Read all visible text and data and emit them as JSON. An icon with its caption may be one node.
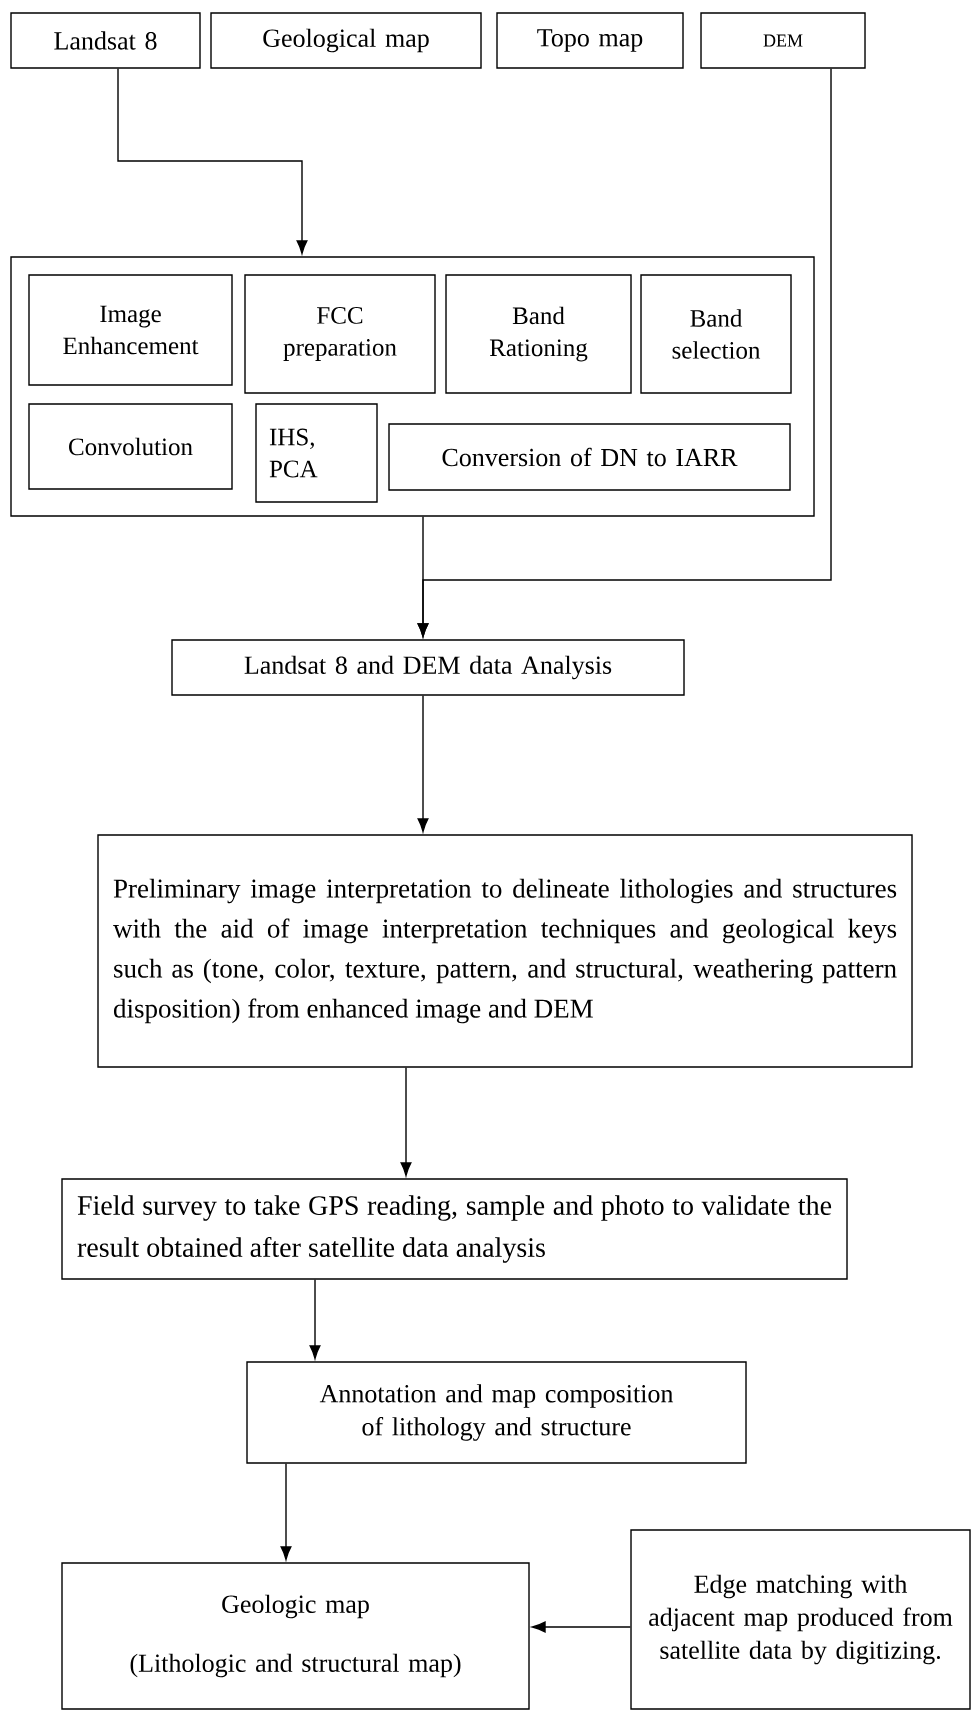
{
  "diagram": {
    "nodes": [
      {
        "text": [
          "Landsat 8"
        ]
      },
      {
        "text": [
          "Geological map"
        ]
      },
      {
        "text": [
          "Topo map"
        ]
      },
      {
        "text": [
          "DEM"
        ]
      },
      {
        "text": [],
        "shape": "box"
      },
      {
        "text": [
          "Image Enhancement"
        ],
        "in": 4
      },
      {
        "text": [
          "FCC preparation"
        ],
        "in": 4
      },
      {
        "text": [
          "Band Rationing"
        ],
        "in": 4
      },
      {
        "text": [
          "Band selection"
        ],
        "in": 4
      },
      {
        "text": [
          "Convolution"
        ],
        "in": 4
      },
      {
        "text": [
          "IHS, PCA"
        ],
        "in": 4
      },
      {
        "text": [
          "Conversion of DN to IARR"
        ],
        "in": 4
      },
      {
        "text": [
          "Landsat 8 and DEM data Analysis"
        ]
      },
      {
        "text": [
          "Preliminary image interpretation to delineate lithologies and structures with the aid of image interpretation techniques and geological keys such as (tone, color, texture, pattern, and structural, weathering pattern disposition) from enhanced image and DEM"
        ]
      },
      {
        "text": [
          "Field survey to take GPS reading, sample and photo to validate the result obtained after satellite data analysis"
        ]
      },
      {
        "text": [
          "Annotation and map composition of lithology and structure"
        ]
      },
      {
        "text": [
          "Geologic map",
          "(Lithologic and structural map)"
        ]
      },
      {
        "text": [
          "Edge matching with adjacent map produced from satellite data by digitizing."
        ]
      }
    ],
    "edges": [
      {
        "from": 0,
        "to": 4,
        "arrow": "to"
      },
      {
        "from": 4,
        "to": 12,
        "arrow": "to"
      },
      {
        "from": 3,
        "to": 12,
        "arrow": "to"
      },
      {
        "from": 12,
        "to": 13,
        "arrow": "to"
      },
      {
        "from": 13,
        "to": 14,
        "arrow": "to"
      },
      {
        "from": 14,
        "to": 15,
        "arrow": "to"
      },
      {
        "from": 15,
        "to": 16,
        "arrow": "to"
      },
      {
        "from": 17,
        "to": 16,
        "arrow": "to"
      }
    ]
  }
}
